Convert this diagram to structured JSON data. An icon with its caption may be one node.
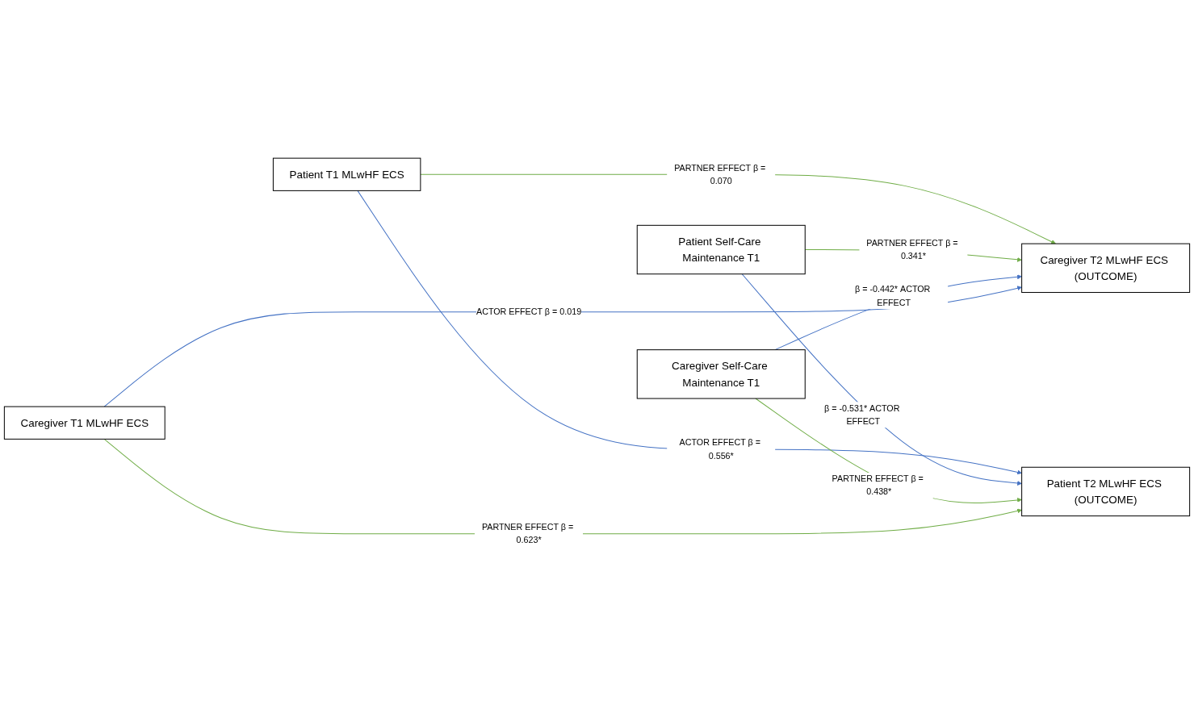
{
  "diagram": {
    "nodes": [
      {
        "text": [
          "Patient T1 MLwHF ECS"
        ]
      },
      {
        "text": [
          "Patient T2 MLwHF ECS (OUTCOME)"
        ]
      },
      {
        "text": [
          "Patient Self-Care Maintenance T1"
        ]
      },
      {
        "text": [
          "Caregiver Self-Care Maintenance T1"
        ]
      },
      {
        "text": [
          "Caregiver T2 MLwHF ECS (OUTCOME)"
        ]
      },
      {
        "text": [
          "Caregiver T1 MLwHF ECS"
        ]
      }
    ],
    "edges": [
      {
        "from": 0,
        "to": 1,
        "arrow": "to",
        "label": "ACTOR EFFECT β = 0.556*",
        "color": "#4472c4"
      },
      {
        "from": 0,
        "to": 4,
        "arrow": "to",
        "label": "PARTNER EFFECT β = 0.070",
        "color": "#70ad47"
      },
      {
        "from": 2,
        "to": 1,
        "arrow": "to",
        "label": "β = -0.531* ACTOR EFFECT",
        "color": "#4472c4"
      },
      {
        "from": 2,
        "to": 4,
        "arrow": "to",
        "label": "PARTNER EFFECT β = 0.341*",
        "color": "#70ad47"
      },
      {
        "from": 3,
        "to": 1,
        "arrow": "to",
        "label": "PARTNER EFFECT β = 0.438*",
        "color": "#70ad47"
      },
      {
        "from": 3,
        "to": 4,
        "arrow": "to",
        "label": "β = -0.442* ACTOR EFFECT",
        "color": "#4472c4"
      },
      {
        "from": 5,
        "to": 4,
        "arrow": "to",
        "label": "ACTOR EFFECT β = 0.019",
        "color": "#4472c4"
      },
      {
        "from": 5,
        "to": 1,
        "arrow": "to",
        "label": "PARTNER EFFECT β = 0.623*",
        "color": "#70ad47"
      }
    ]
  }
}
